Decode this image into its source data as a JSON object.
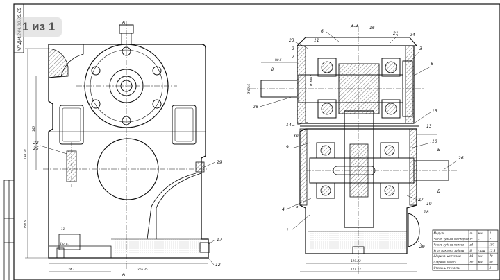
{
  "viewer": {
    "page_indicator": "1 из 1"
  },
  "drawing": {
    "stamp_code": "КП.ДМ.244.00.00.СБ",
    "section_label": "А–А",
    "view_A_top": "А",
    "view_A_bottom": "А",
    "view_B": "В",
    "view_B2": "Б",
    "view_B2b": "Б",
    "side_dims": {
      "d1": "Ø 60k6",
      "d2": "Ø 40H7",
      "d3": "R0.5"
    },
    "left_vert_dims": {
      "d1": "140",
      "d2": "190.58",
      "d3": "154.6"
    },
    "bottom_dims": {
      "d1": "24.3",
      "d2": "216.35"
    },
    "right_bottom_dims": {
      "d1": "129.23",
      "d2": "171.23"
    },
    "small_dims": {
      "d1": "11",
      "d2": "4 отв."
    },
    "callouts_left": [
      "22",
      "25",
      "29",
      "17",
      "12"
    ],
    "callouts_right": [
      "23",
      "6",
      "16",
      "21",
      "24",
      "3",
      "8",
      "2",
      "7",
      "11",
      "28",
      "14",
      "30",
      "9",
      "15",
      "13",
      "10",
      "26",
      "4",
      "5",
      "1",
      "27",
      "19",
      "18",
      "20"
    ],
    "table": {
      "rows": [
        [
          "Модуль",
          "m",
          "мм",
          "2"
        ],
        [
          "Число зубьев шестерни",
          "z1",
          "–",
          "21"
        ],
        [
          "Число зубьев колеса",
          "z2",
          "–",
          "107"
        ],
        [
          "Угол наклона зубьев",
          "β",
          "град",
          "13.8"
        ],
        [
          "Ширина шестерни",
          "b1",
          "мм",
          "70"
        ],
        [
          "Ширина колеса",
          "b2",
          "мм",
          "60"
        ],
        [
          "Степень точности",
          "–",
          "–",
          "8"
        ]
      ]
    }
  }
}
